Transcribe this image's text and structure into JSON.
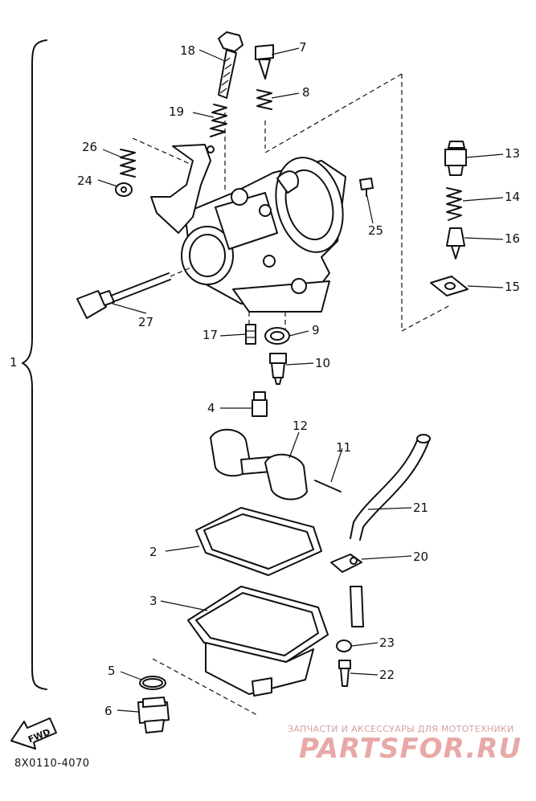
{
  "diagram": {
    "assembly_label": "1",
    "part_callouts": [
      "2",
      "3",
      "4",
      "5",
      "6",
      "7",
      "8",
      "9",
      "10",
      "11",
      "12",
      "13",
      "14",
      "15",
      "16",
      "17",
      "18",
      "19",
      "20",
      "21",
      "22",
      "23",
      "24",
      "25",
      "26",
      "27"
    ],
    "fwd_label": "FWD",
    "drawing_code": "8X0110-4070"
  },
  "watermark": {
    "caption": "ЗАПЧАСТИ И АКСЕССУАРЫ ДЛЯ МОТОТЕХНИКИ",
    "site": "PARTSFOR.RU"
  }
}
